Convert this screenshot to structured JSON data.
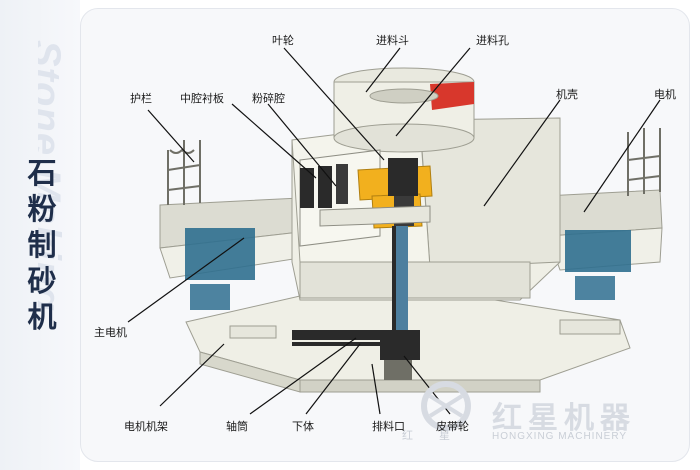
{
  "side": {
    "title_chars": [
      "石",
      "粉",
      "制",
      "砂",
      "机"
    ],
    "watermark": "Stone Making"
  },
  "labels": {
    "impeller": "叶轮",
    "feed_hopper": "进料斗",
    "feed_hole": "进料孔",
    "guardrail": "护栏",
    "cavity_liner": "中腔衬板",
    "crushing_chamber": "粉碎腔",
    "housing": "机壳",
    "motor": "电机",
    "main_motor": "主电机",
    "motor_frame": "电机机架",
    "shaft_sleeve": "轴筒",
    "lower_body": "下体",
    "discharge_port": "排料口",
    "pulley": "皮带轮"
  },
  "brand": {
    "name": "红星机器",
    "vertical": "红星",
    "subtitle": "HONGXING MACHINERY"
  },
  "colors": {
    "title": "#1f2e4a",
    "machine_body": "#efefe6",
    "machine_shade": "#d8d8cc",
    "impeller_accent": "#f2b01e",
    "hopper_stripe": "#d8372c",
    "motor_blue": "#2f6f8f",
    "shaft_blue": "#4d7f9f",
    "dark": "#2a2a2a"
  }
}
